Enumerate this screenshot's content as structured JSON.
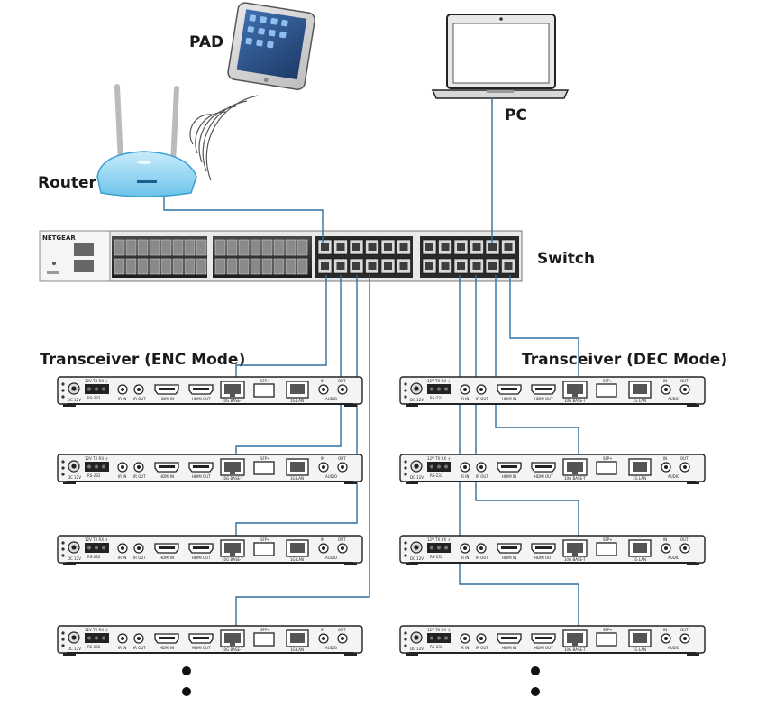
{
  "labels": {
    "pad": "PAD",
    "pc": "PC",
    "router": "Router",
    "switch": "Switch",
    "enc_group": "Transceiver (ENC Mode)",
    "dec_group": "Transceiver (DEC Mode)"
  },
  "switch_brand": "NETGEAR",
  "transceiver_panel": {
    "power": "DC 12V",
    "rs232_top": "12V TX RX ⏚",
    "rs232": "RS-232",
    "ir_in": "IR IN",
    "ir_out": "IR OUT",
    "hdmi_in": "HDMI IN",
    "hdmi_out": "HDMI OUT",
    "base_t": "10G BASE-T",
    "sfp": "SFP+",
    "lan": "1G LAN",
    "audio": "AUDIO",
    "audio_in": "IN",
    "audio_out": "OUT"
  },
  "colors": {
    "cable": "#2f6f9f",
    "router_body": "#8fd3f2",
    "device_panel": "#f4f4f4"
  },
  "more_devices_indicator": "ellipsis-dots"
}
